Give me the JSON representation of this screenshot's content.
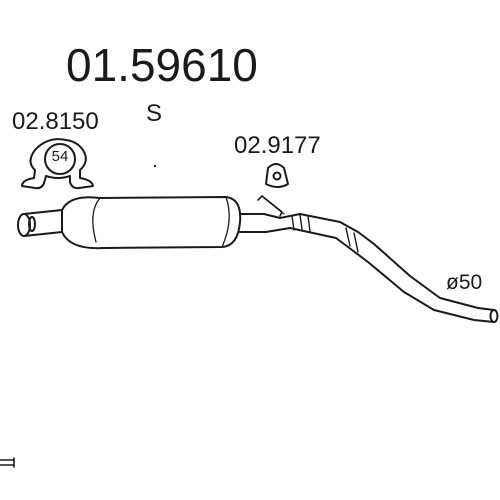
{
  "diagram": {
    "part_number": "01.59610",
    "part_code": "S",
    "clamp": {
      "reference": "02.8150",
      "size": "54"
    },
    "hanger": {
      "reference": "02.9177"
    },
    "pipe_diameter": "ø50"
  },
  "icons": {
    "clamp": "pipe-clamp-icon",
    "hanger": "rubber-hanger-icon",
    "muffler": "rear-silencer-drawing"
  },
  "colors": {
    "ink": "#1a1a1a",
    "background": "#ffffff"
  }
}
